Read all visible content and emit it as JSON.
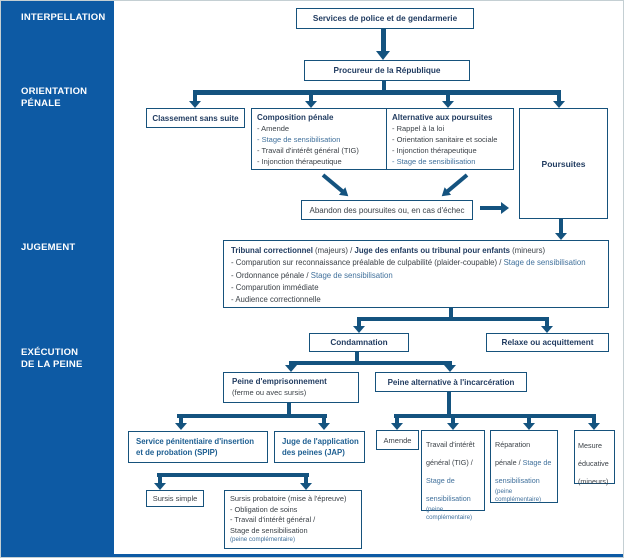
{
  "colors": {
    "sidebar-bg": "#0d5aa4",
    "line": "#14537f",
    "box-border": "#16527c",
    "text-dark": "#3c4248",
    "title-navy": "#1f3a5f",
    "title-blue": "#1d5e91",
    "accent-blue": "#41719c",
    "label-white": "#ffffff"
  },
  "sidebar": {
    "stages": [
      {
        "line1": "INTERPELLATION",
        "line2": ""
      },
      {
        "line1": "ORIENTATION",
        "line2": "PÉNALE"
      },
      {
        "line1": "JUGEMENT",
        "line2": ""
      },
      {
        "line1": "EXÉCUTION",
        "line2": "DE LA PEINE"
      }
    ]
  },
  "nodes": {
    "services": {
      "label": "Services de police et de gendarmerie"
    },
    "procureur": {
      "label": "Procureur de la République"
    },
    "classement": {
      "label": "Classement sans suite"
    },
    "composition": {
      "title": "Composition pénale",
      "item1": "- Amende",
      "item2": "- Stage de sensibilisation",
      "item3": "- Travail d'intérêt général (TIG)",
      "item4": "- Injonction thérapeutique"
    },
    "alternative": {
      "title": "Alternative aux poursuites",
      "item1": "- Rappel à la loi",
      "item2": "- Orientation sanitaire et sociale",
      "item3": "- Injonction thérapeutique",
      "item4": "- Stage de sensibilisation"
    },
    "poursuites": {
      "label": "Poursuites"
    },
    "abandon": {
      "label": "Abandon des poursuites ou, en cas d'échec"
    },
    "tribunal": {
      "title_bold1": "Tribunal correctionnel",
      "title_reg1": " (majeurs) / ",
      "title_bold2": "Juge des enfants ou tribunal pour enfants",
      "title_reg2": " (mineurs)",
      "item1_main": "- Comparution sur reconnaissance préalable de culpabilité (plaider-coupable) / ",
      "item1_blue": "Stage de sensibilisation",
      "item2_main": "- Ordonnance pénale / ",
      "item2_blue": "Stage de sensibilisation",
      "item3": "- Comparution immédiate",
      "item4": "- Audience correctionnelle"
    },
    "condamnation": {
      "label": "Condamnation"
    },
    "relaxe": {
      "label": "Relaxe ou acquittement"
    },
    "peine_emprisonnement": {
      "title": "Peine d'emprisonnement",
      "subtitle": "(ferme ou avec sursis)"
    },
    "peine_alternative": {
      "label": "Peine alternative à l'incarcération"
    },
    "spip": {
      "label": "Service pénitentiaire d'insertion et de probation (SPIP)"
    },
    "jap": {
      "label": "Juge de l'application des peines (JAP)"
    },
    "amende": {
      "label": "Amende"
    },
    "tig": {
      "main": "Travail d'intérêt général (TIG) / ",
      "blue": "Stage de sensibilisation",
      "note": "(peine complémentaire)"
    },
    "reparation": {
      "main": "Réparation pénale / ",
      "blue": "Stage de sensibilisation",
      "note": "(peine complémentaire)"
    },
    "mesure": {
      "label": "Mesure éducative (mineurs)"
    },
    "sursis_simple": {
      "label": "Sursis simple"
    },
    "sursis_probatoire": {
      "title": "Sursis probatoire (mise à l'épreuve)",
      "item1": "- Obligation de soins",
      "item2": "- Travail d'intérêt général /",
      "blue": "Stage de sensibilisation",
      "note": "(peine complémentaire)"
    }
  }
}
